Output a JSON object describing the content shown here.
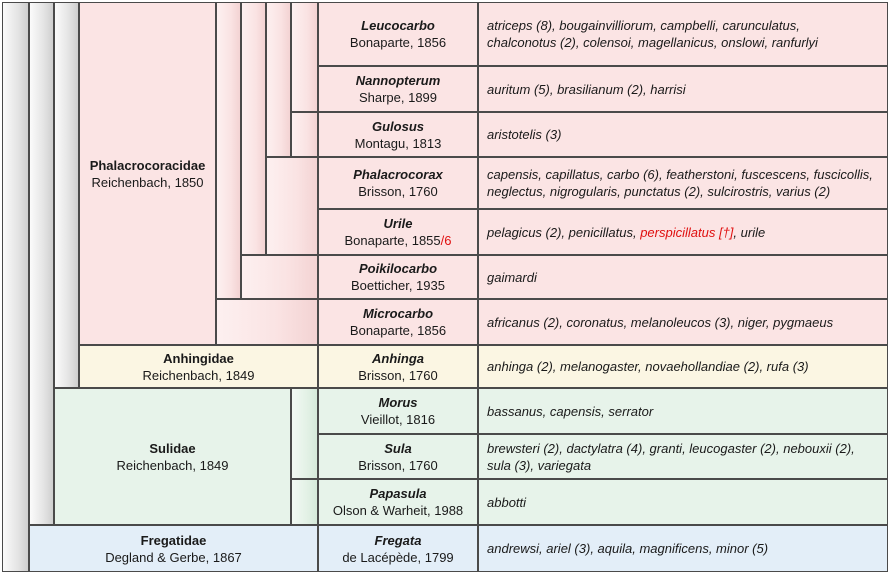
{
  "families": {
    "phalacrocoracidae": {
      "name": "Phalacrocoracidae",
      "author": "Reichenbach, 1850"
    },
    "anhingidae": {
      "name": "Anhingidae",
      "author": "Reichenbach, 1849"
    },
    "sulidae": {
      "name": "Sulidae",
      "author": "Reichenbach, 1849"
    },
    "fregatidae": {
      "name": "Fregatidae",
      "author": "Degland & Gerbe, 1867"
    }
  },
  "genera": {
    "leucocarbo": {
      "name": "Leucocarbo",
      "author": "Bonaparte, 1856",
      "species": [
        "atriceps (8), bougainvilliorum, campbelli, carunculatus,",
        "chalconotus (2), colensoi, magellanicus, onslowi, ranfurlyi"
      ]
    },
    "nannopterum": {
      "name": "Nannopterum",
      "author": "Sharpe, 1899",
      "species": [
        "auritum (5), brasilianum (2), harrisi"
      ]
    },
    "gulosus": {
      "name": "Gulosus",
      "author": "Montagu, 1813",
      "species": [
        "aristotelis (3)"
      ]
    },
    "phalacrocorax": {
      "name": "Phalacrocorax",
      "author": "Brisson, 1760",
      "species": [
        "capensis, capillatus, carbo (6), featherstoni, fuscescens, fuscicollis,",
        "neglectus, nigrogularis, punctatus (2), sulcirostris, varius (2)"
      ]
    },
    "urile": {
      "name": "Urile",
      "author": "Bonaparte, 1855",
      "author_note": "/6",
      "species_before": "pelagicus (2), penicillatus, ",
      "species_extinct": "perspicillatus [†]",
      "species_after": ", urile"
    },
    "poikilocarbo": {
      "name": "Poikilocarbo",
      "author": "Boetticher, 1935",
      "species": [
        "gaimardi"
      ]
    },
    "microcarbo": {
      "name": "Microcarbo",
      "author": "Bonaparte, 1856",
      "species": [
        "africanus (2), coronatus, melanoleucos (3), niger, pygmaeus"
      ]
    },
    "anhinga": {
      "name": "Anhinga",
      "author": "Brisson, 1760",
      "species": [
        "anhinga (2), melanogaster, novaehollandiae (2), rufa (3)"
      ]
    },
    "morus": {
      "name": "Morus",
      "author": "Vieillot, 1816",
      "species": [
        "bassanus, capensis, serrator"
      ]
    },
    "sula": {
      "name": "Sula",
      "author": "Brisson, 1760",
      "species": [
        "brewsteri (2), dactylatra (4), granti, leucogaster (2), nebouxii (2),",
        "sula (3), variegata"
      ]
    },
    "papasula": {
      "name": "Papasula",
      "author": "Olson & Warheit, 1988",
      "species": [
        "abbotti"
      ]
    },
    "fregata": {
      "name": "Fregata",
      "author": "de Lacépède, 1799",
      "species": [
        "andrewsi, ariel (3), aquila, magnificens, minor (5)"
      ]
    }
  }
}
